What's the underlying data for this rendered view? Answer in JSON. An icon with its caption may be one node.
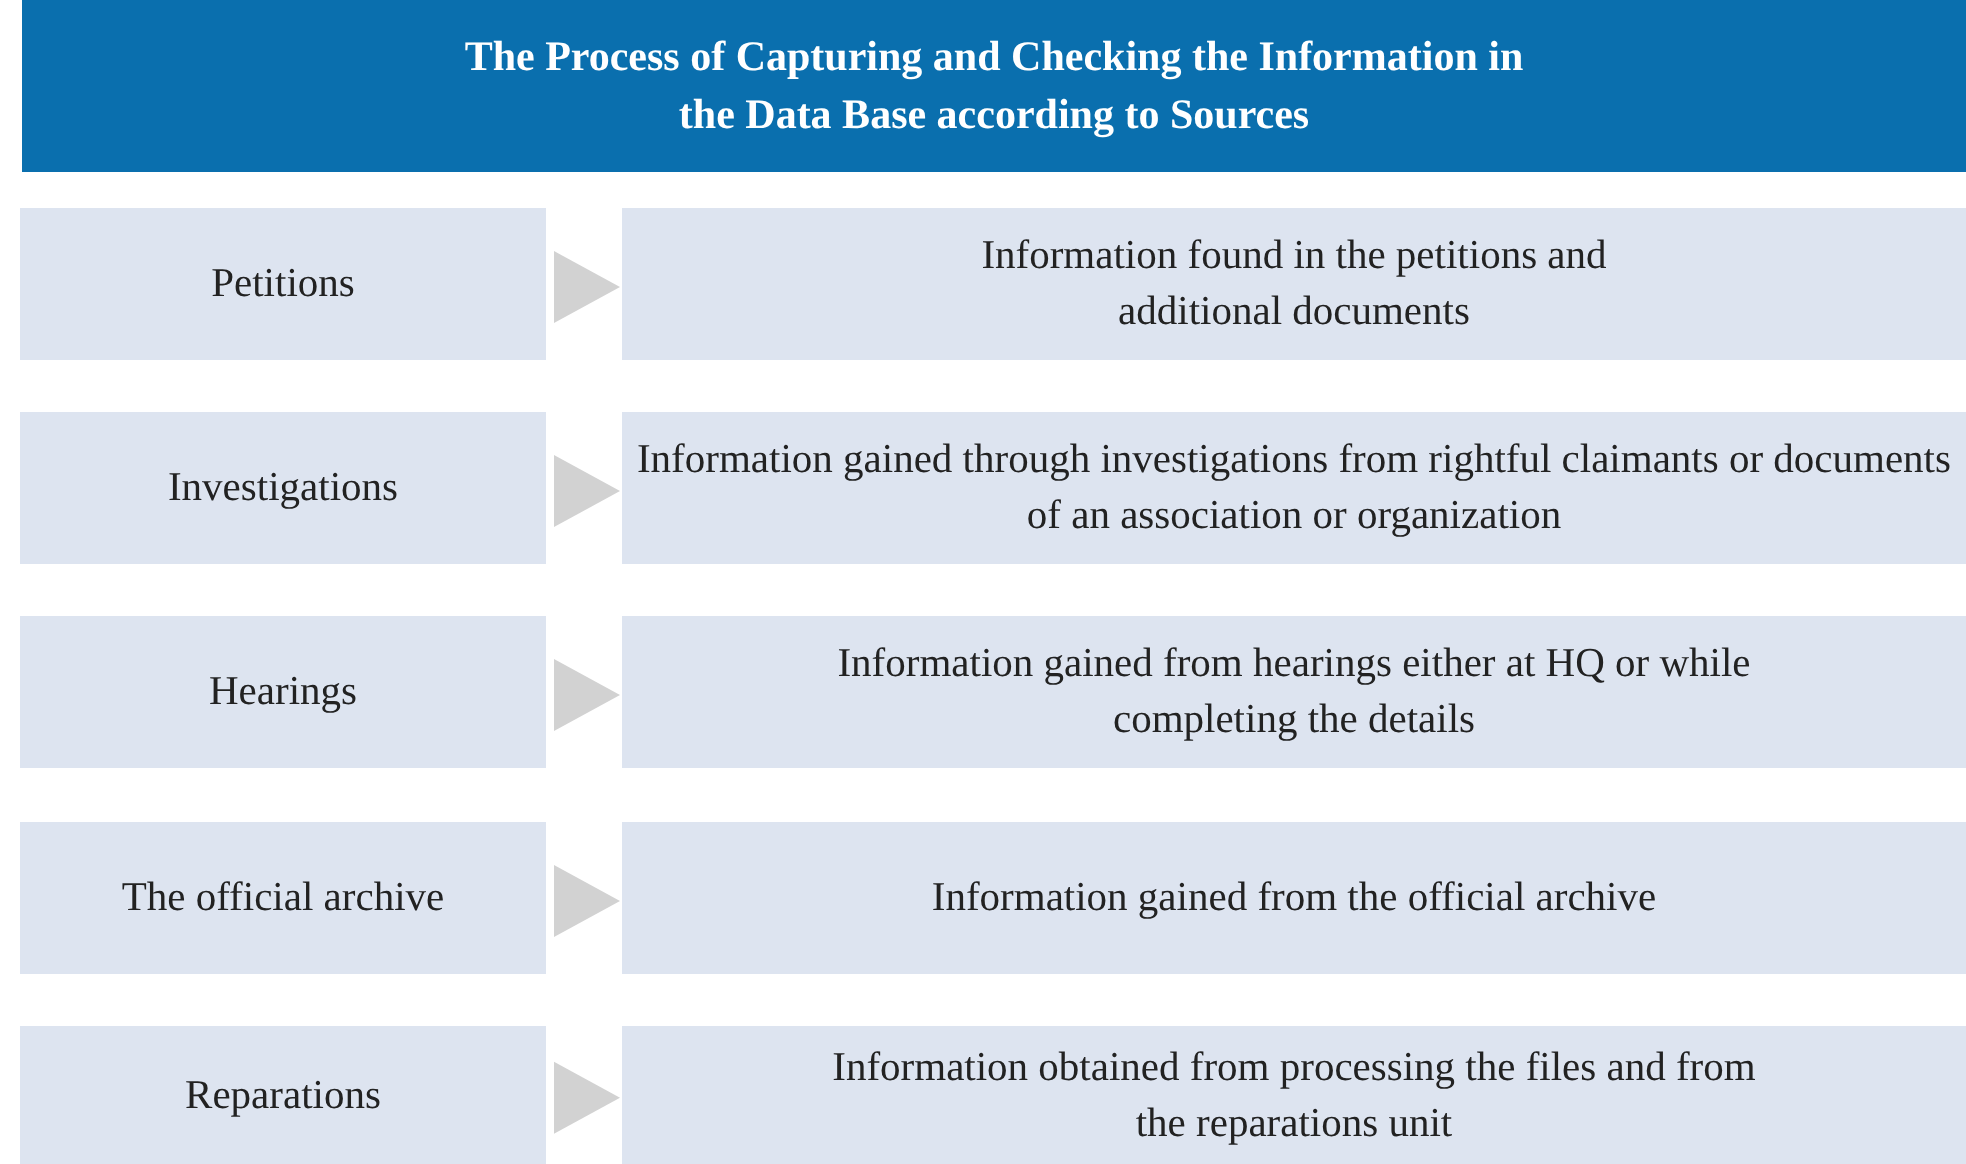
{
  "diagram": {
    "title": "The Process of Capturing and Checking the Information in the Data Base according to Sources",
    "nodes": [
      {
        "text": [
          "Petitions"
        ]
      },
      {
        "text": [
          "Information found in the petitions and additional documents"
        ]
      },
      {
        "text": [
          "Investigations"
        ]
      },
      {
        "text": [
          "Information gained through investigations from rightful claimants or documents of an association or organization"
        ]
      },
      {
        "text": [
          "Hearings"
        ]
      },
      {
        "text": [
          "Information gained from hearings either at HQ or while completing the details"
        ]
      },
      {
        "text": [
          "The official archive"
        ]
      },
      {
        "text": [
          "Information gained from the official archive"
        ]
      },
      {
        "text": [
          "Reparations"
        ]
      },
      {
        "text": [
          "Information obtained from processing the files and from the reparations unit"
        ]
      }
    ],
    "edges": [
      {
        "from": 0,
        "to": 1,
        "arrow": "to"
      },
      {
        "from": 2,
        "to": 3,
        "arrow": "to"
      },
      {
        "from": 4,
        "to": 5,
        "arrow": "to"
      },
      {
        "from": 6,
        "to": 7,
        "arrow": "to"
      },
      {
        "from": 8,
        "to": 9,
        "arrow": "to"
      }
    ]
  }
}
